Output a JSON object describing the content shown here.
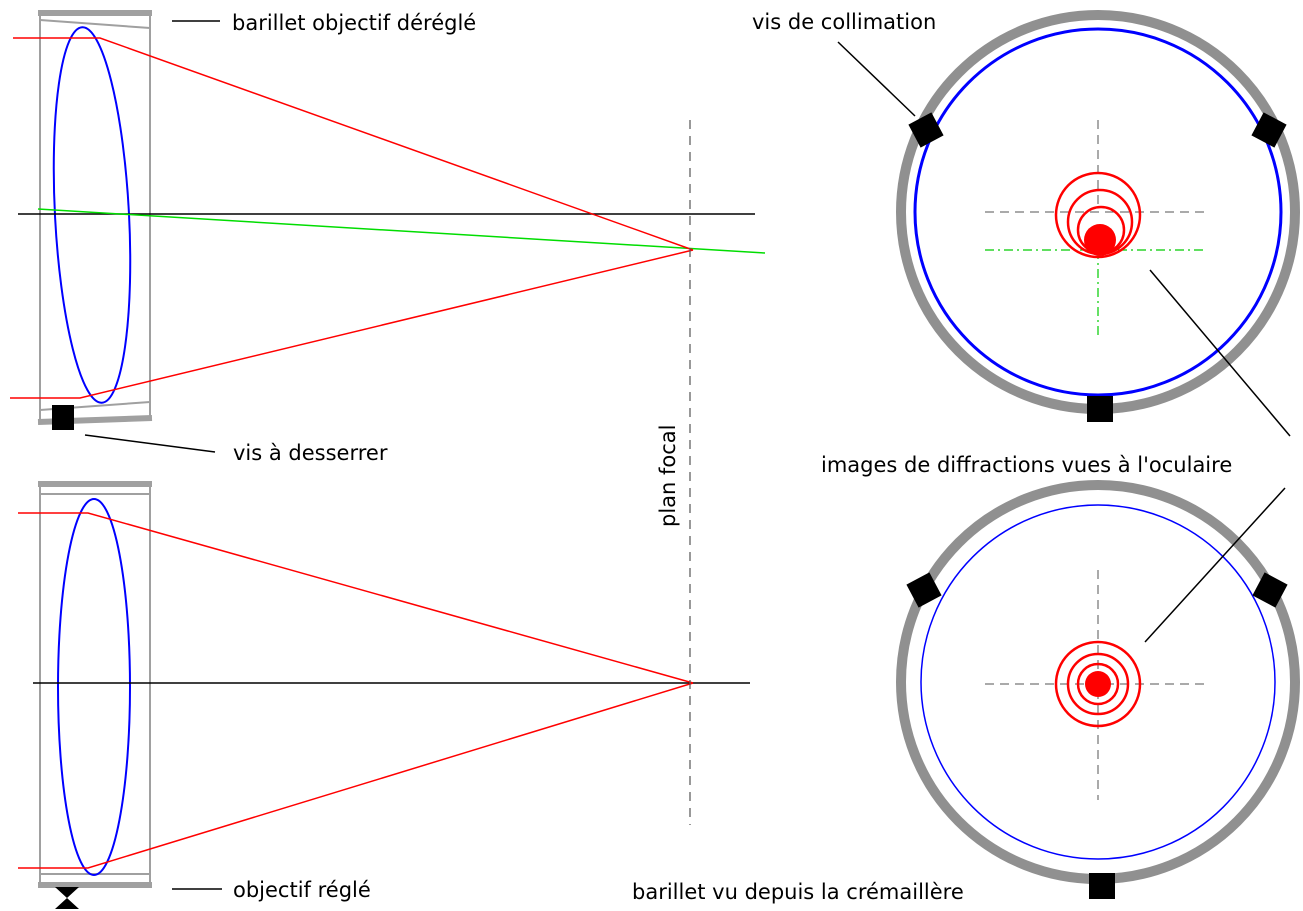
{
  "labels": {
    "barrel_misaligned": "barillet objectif déréglé",
    "screw_to_loosen": "vis à desserrer",
    "objective_adjusted": "objectif réglé",
    "focal_plane": "plan focal",
    "collimation_screw": "vis de collimation",
    "diffraction_images": "images de diffractions vues à l'oculaire",
    "barrel_view": "barillet vu depuis la crémaillère"
  },
  "colors": {
    "rays": "#ff0000",
    "lens": "#0000ff",
    "tilted_axis": "#00dd00",
    "tube": "#a0a0a0",
    "screw": "#000000"
  }
}
